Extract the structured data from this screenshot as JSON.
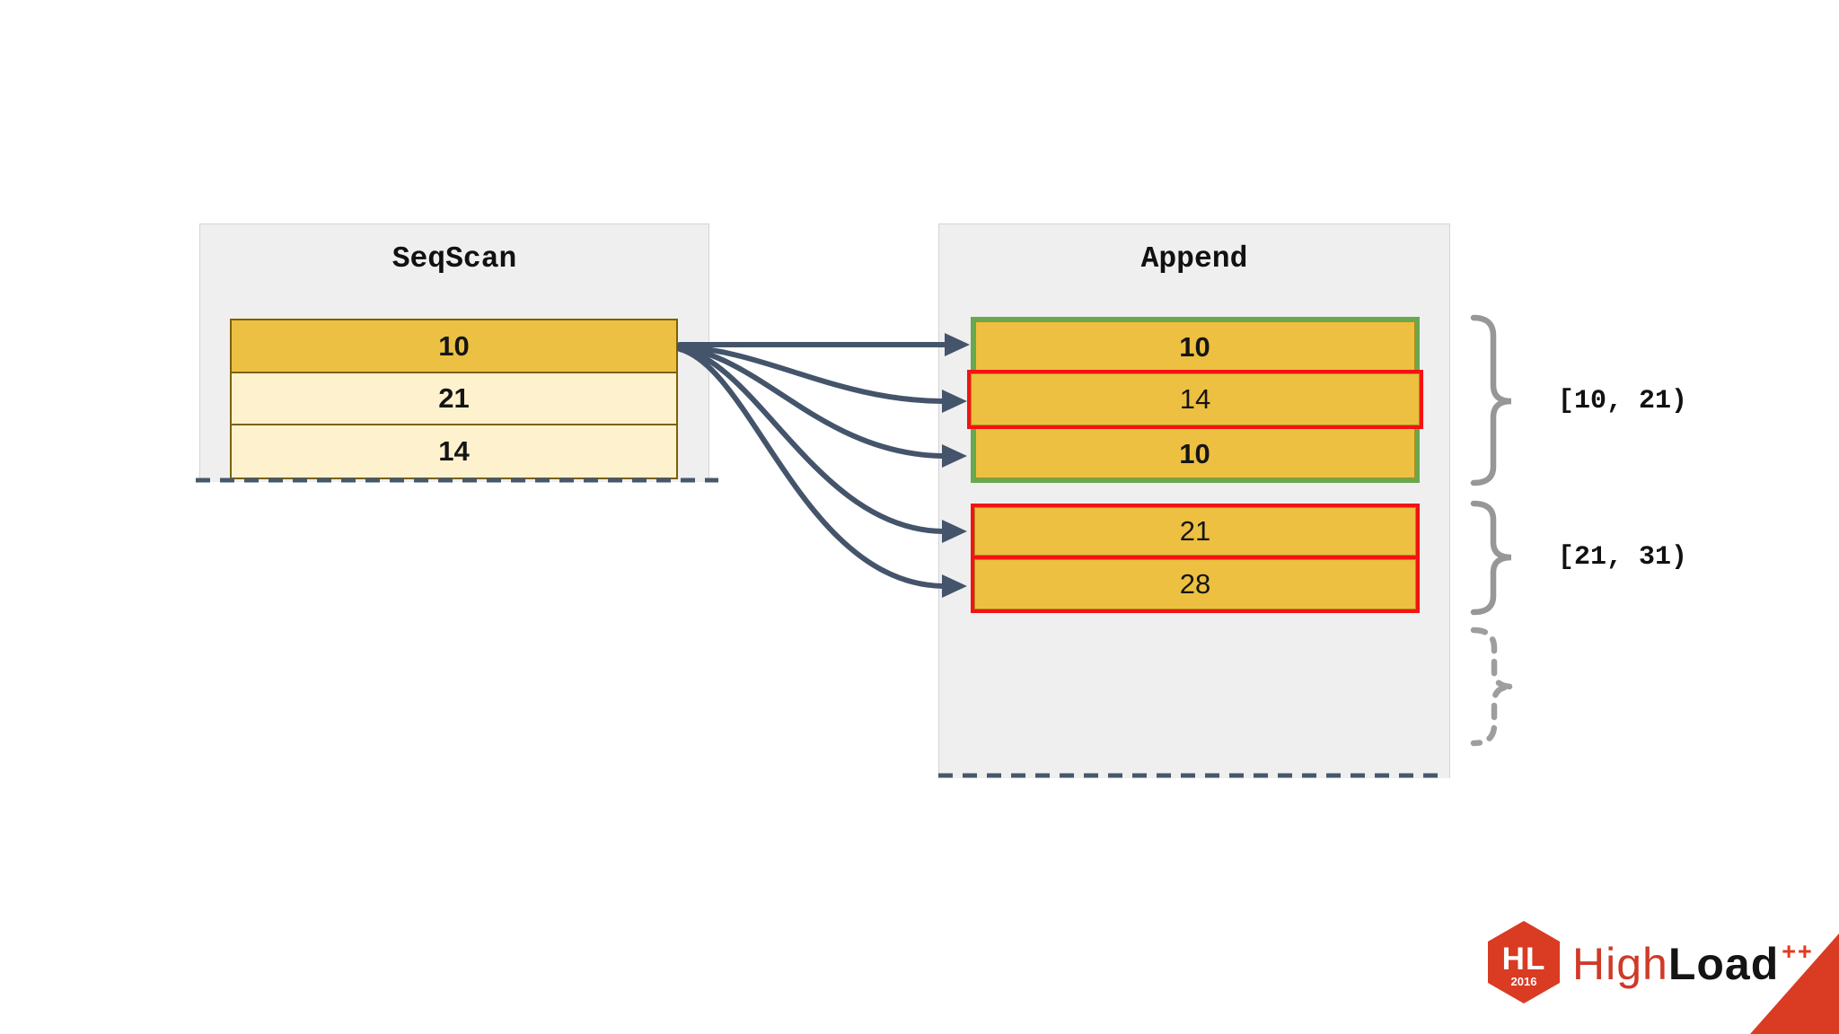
{
  "seqscan": {
    "title": "SeqScan",
    "rows": [
      "10",
      "21",
      "14"
    ]
  },
  "append": {
    "title": "Append",
    "group1": {
      "rows": [
        "10",
        "14",
        "10"
      ]
    },
    "group2": {
      "rows": [
        "21",
        "28"
      ]
    }
  },
  "annotations": {
    "range1": "[10, 21)",
    "range2": "[21, 31)"
  },
  "logo": {
    "badge": "HL",
    "year": "2016",
    "brand_light": "High",
    "brand_bold": "Load",
    "suffix": "++"
  },
  "colors": {
    "panel_fill": "#efefef",
    "panel_border": "#d5d5d5",
    "gold": "#edc041",
    "pale_yellow": "#fdf2cd",
    "row_border": "#7f6000",
    "arrow_slate": "#44546a",
    "green": "#69a84f",
    "red": "#f21313",
    "brace_gray": "#979797",
    "logo_red": "#d93b23"
  }
}
